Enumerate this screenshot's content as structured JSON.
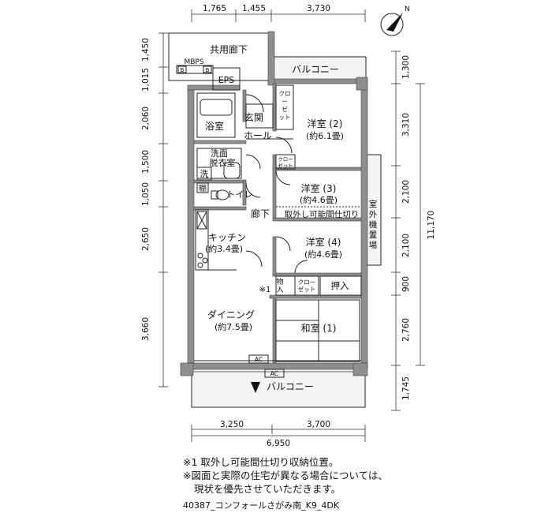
{
  "dimensions": {
    "top": [
      "1,765",
      "1,455",
      "3,730"
    ],
    "left": [
      "1,450",
      "1,015",
      "2,060",
      "1,500",
      "1,050",
      "2,650",
      "3,660"
    ],
    "right": [
      "1,300",
      "3,310",
      "2,100",
      "2,100",
      "900",
      "2,760",
      "1,745",
      "11,170"
    ],
    "bottom": [
      "3,250",
      "3,700",
      "6,950"
    ]
  },
  "rooms": {
    "common_corridor": "共用廊下",
    "mbps": "MBPS",
    "mbps_b1": "B",
    "mbps_b2": "B",
    "eps": "EPS",
    "balcony_north": "バルコニー",
    "closet_1_l1": "クロ",
    "closet_1_l2": "ー",
    "closet_1_l3": "ゼ",
    "closet_1_l4": "ット",
    "bath": "浴室",
    "entrance": "玄関",
    "hall": "ホール",
    "bedroom2": "洋室 (2)",
    "bedroom2_size": "(約6.1畳)",
    "washroom_l1": "洗面",
    "washroom_l2": "脱衣室",
    "washer": "洗",
    "closet_2_l1": "クロー",
    "closet_2_l2": "ゼット",
    "shelf": "棚",
    "toilet": "トイレ",
    "bedroom3": "洋室 (3)",
    "bedroom3_size": "(約4.6畳)",
    "partition": "取外し可能間仕切り",
    "outdoor_unit": [
      "室",
      "外",
      "機",
      "置",
      "場"
    ],
    "corridor": "廊下",
    "kitchen": "キッチン",
    "kitchen_size": "(約3.4畳)",
    "bedroom4": "洋室 (4)",
    "bedroom4_size": "(約4.6畳)",
    "storage_l1": "物",
    "storage_l2": "入",
    "closet_3_l1": "クロー",
    "closet_3_l2": "ゼット",
    "oshiire": "押入",
    "note_marker": "※1",
    "dining": "ダイニング",
    "dining_size": "(約7.5畳)",
    "japanese_room": "和室 (1)",
    "ac1": "AC",
    "ac2": "AC",
    "balcony_south": "バルコニー",
    "north": "N"
  },
  "notes": {
    "note1": "※1 取外し可能間仕切り収納位置。",
    "note2": "※図面と実際の住宅が異なる場合については、",
    "note3": "現状を優先させていただきます。",
    "caption": "40387_コンフォールさがみ南_K9_4DK"
  },
  "colors": {
    "wall": "#8e8e8e",
    "line": "#222222",
    "balcony_fill": "#f4f4f4"
  }
}
